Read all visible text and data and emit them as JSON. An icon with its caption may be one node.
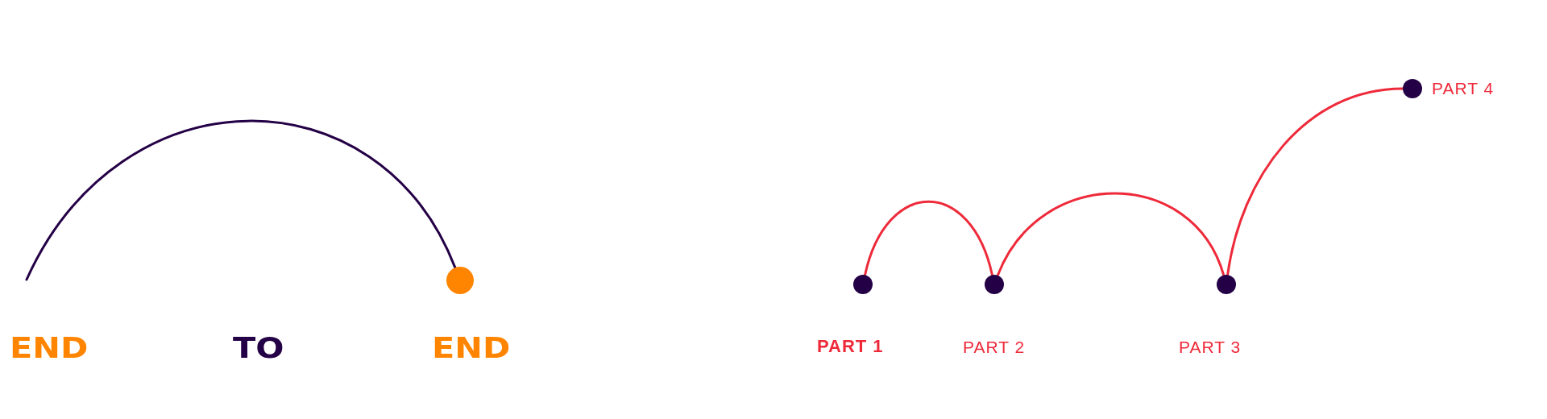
{
  "diagram": {
    "nodes": [
      {
        "text": [],
        "shape": "circle"
      },
      {
        "text": [],
        "shape": "circle",
        "beside": [
          "PART 1"
        ]
      },
      {
        "text": [],
        "shape": "circle",
        "beside": [
          "PART 2"
        ]
      },
      {
        "text": [],
        "shape": "circle",
        "beside": [
          "PART 3"
        ]
      },
      {
        "text": [],
        "shape": "circle",
        "beside": [
          "PART 4"
        ]
      }
    ],
    "edges": [
      {
        "from": null,
        "to": 0,
        "arrow": "none",
        "color": "#240046"
      },
      {
        "from": 1,
        "to": 2,
        "arrow": "none"
      },
      {
        "from": 2,
        "to": 3,
        "arrow": "none"
      },
      {
        "from": 3,
        "to": 4,
        "arrow": "none"
      }
    ],
    "labels": [
      "END",
      "TO",
      "END"
    ]
  }
}
